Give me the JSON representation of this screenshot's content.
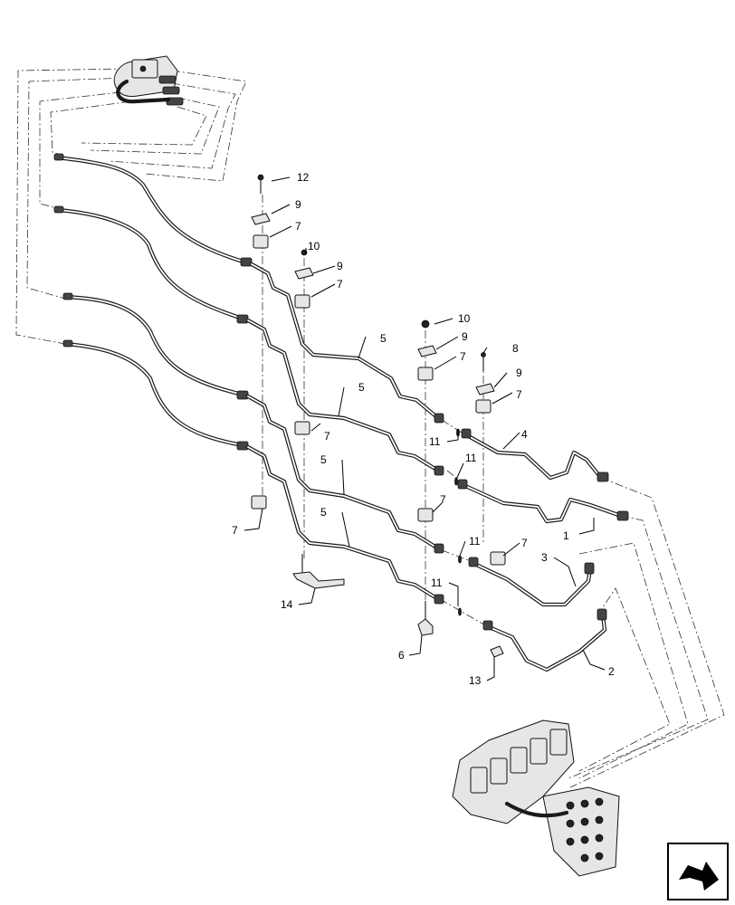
{
  "callouts": [
    {
      "id": "c1",
      "text": "1"
    },
    {
      "id": "c2",
      "text": "2"
    },
    {
      "id": "c3",
      "text": "3"
    },
    {
      "id": "c4",
      "text": "4"
    },
    {
      "id": "c5a",
      "text": "5"
    },
    {
      "id": "c5b",
      "text": "5"
    },
    {
      "id": "c5c",
      "text": "5"
    },
    {
      "id": "c5d",
      "text": "5"
    },
    {
      "id": "c6",
      "text": "6"
    },
    {
      "id": "c7a",
      "text": "7"
    },
    {
      "id": "c7b",
      "text": "7"
    },
    {
      "id": "c7c",
      "text": "7"
    },
    {
      "id": "c7d",
      "text": "7"
    },
    {
      "id": "c7e",
      "text": "7"
    },
    {
      "id": "c7f",
      "text": "7"
    },
    {
      "id": "c7g",
      "text": "7"
    },
    {
      "id": "c7h",
      "text": "7"
    },
    {
      "id": "c8",
      "text": "8"
    },
    {
      "id": "c9a",
      "text": "9"
    },
    {
      "id": "c9b",
      "text": "9"
    },
    {
      "id": "c9c",
      "text": "9"
    },
    {
      "id": "c9d",
      "text": "9"
    },
    {
      "id": "c10a",
      "text": "10"
    },
    {
      "id": "c10b",
      "text": "10"
    },
    {
      "id": "c11a",
      "text": "11"
    },
    {
      "id": "c11b",
      "text": "11"
    },
    {
      "id": "c11c",
      "text": "11"
    },
    {
      "id": "c11d",
      "text": "11"
    },
    {
      "id": "c12",
      "text": "12"
    },
    {
      "id": "c13",
      "text": "13"
    },
    {
      "id": "c14",
      "text": "14"
    }
  ],
  "icons": {
    "nav": "direction-arrow-icon",
    "valve_top": "valve-block-icon",
    "valve_bottom": "control-valve-assembly-icon"
  }
}
